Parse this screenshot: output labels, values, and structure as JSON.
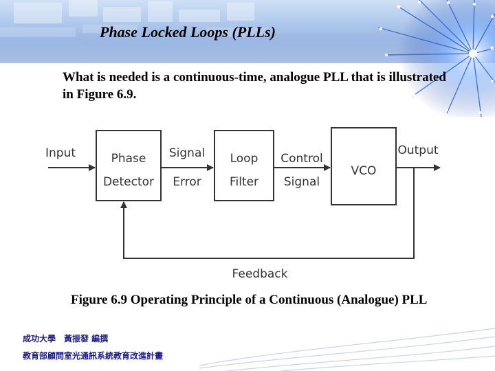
{
  "slide": {
    "title": "Phase Locked Loops (PLLs)",
    "body": "What is needed is a continuous-time, analogue PLL that is illustrated in Figure 6.9.",
    "caption": "Figure 6.9  Operating Principle of a Continuous (Analogue) PLL"
  },
  "diagram": {
    "input_label": "Input",
    "output_label": "Output",
    "feedback_label": "Feedback",
    "blocks": {
      "phase_detector": [
        "Phase",
        "Detector"
      ],
      "loop_filter": [
        "Loop",
        "Filter"
      ],
      "vco": [
        "VCO"
      ]
    },
    "signals": {
      "error": [
        "Signal",
        "Error"
      ],
      "control": [
        "Control",
        "Signal"
      ]
    }
  },
  "footer": {
    "line1": "成功大學　黃振發  編撰",
    "line2": "教育部顧問室光通訊系統教育改進計畫"
  },
  "colors": {
    "header_blue": "#a8c3ea",
    "diagram_ink": "#333333",
    "footer_text": "#1a1a8c"
  }
}
